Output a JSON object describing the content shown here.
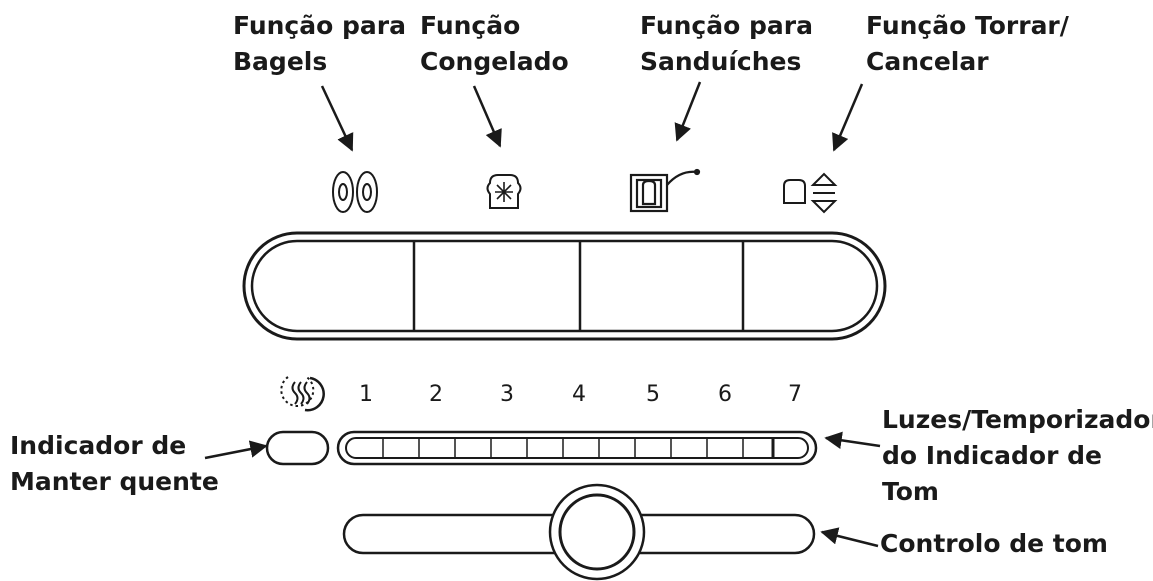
{
  "labels": {
    "bagel": "Função para\nBagels",
    "frozen": "Função\nCongelado",
    "sandwich": "Função para\nSanduíches",
    "toast_cancel": "Função Torrar/\nCancelar",
    "keep_warm": "Indicador de\nManter quente",
    "shade_lights": "Luzes/Temporizador\ndo Indicador de Tom",
    "shade_control": "Controlo de tom"
  },
  "shade_levels": [
    "1",
    "2",
    "3",
    "4",
    "5",
    "6",
    "7"
  ],
  "icons": {
    "bagel": "bagel-icon",
    "frozen": "snowflake-toast-icon",
    "sandwich": "sandwich-cage-icon",
    "toast_cancel": "toast-up-down-icon",
    "keep_warm": "steam-icon"
  }
}
